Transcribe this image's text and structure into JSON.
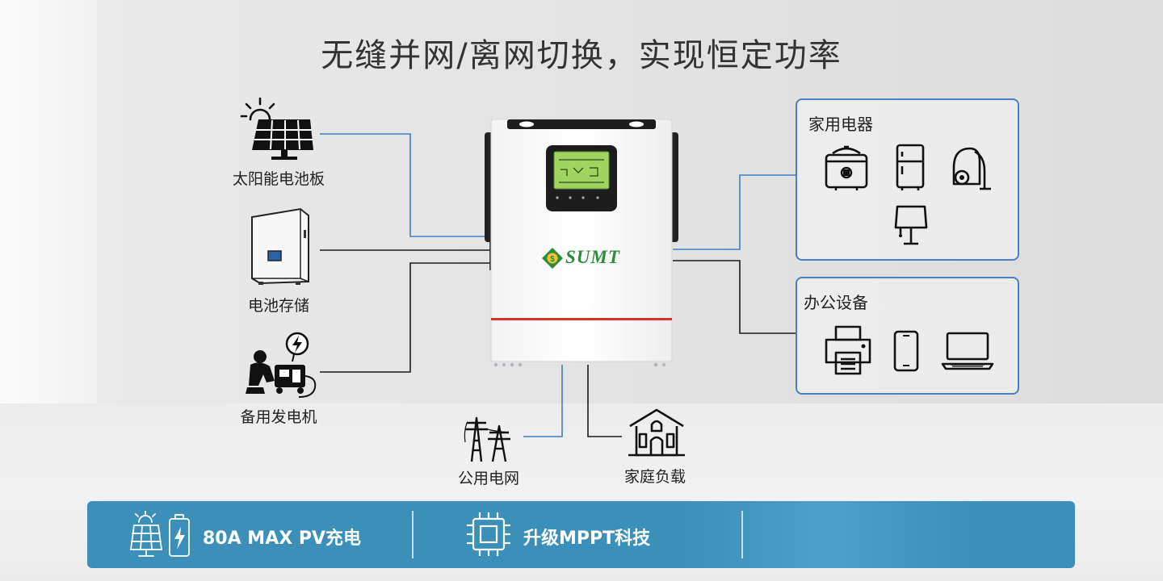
{
  "title": "无缝并网/离网切换，实现恒定功率",
  "sources": {
    "solar": "太阳能电池板",
    "battery": "电池存储",
    "generator": "备用发电机"
  },
  "bottom": {
    "grid": "公用电网",
    "home": "家庭负载"
  },
  "loads": {
    "appliances_title": "家用电器",
    "office_title": "办公设备"
  },
  "inverter": {
    "brand": "SUMT"
  },
  "banner": {
    "feature1": "80A MAX PV充电",
    "feature2": "升级MPPT科技"
  },
  "colors": {
    "wire_blue": "#3f7fc7",
    "wire_black": "#1a1a1a",
    "banner": "#3b8fb8",
    "brand_green": "#2e8b3a",
    "inverter_red_stripe": "#d8332b"
  }
}
